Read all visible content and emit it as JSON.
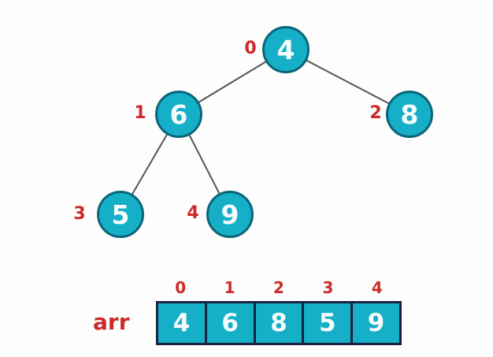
{
  "tree": {
    "nodes": [
      {
        "index": "0",
        "value": "4"
      },
      {
        "index": "1",
        "value": "6"
      },
      {
        "index": "2",
        "value": "8"
      },
      {
        "index": "3",
        "value": "5"
      },
      {
        "index": "4",
        "value": "9"
      }
    ],
    "edges": [
      {
        "from": "0",
        "to": "1"
      },
      {
        "from": "0",
        "to": "2"
      },
      {
        "from": "1",
        "to": "3"
      },
      {
        "from": "1",
        "to": "4"
      }
    ]
  },
  "array": {
    "label": "arr",
    "indices": [
      "0",
      "1",
      "2",
      "3",
      "4"
    ],
    "values": [
      "4",
      "6",
      "8",
      "5",
      "9"
    ]
  },
  "colors": {
    "node_fill": "#15b0c7",
    "node_border": "#0b6579",
    "edge_line": "#555555",
    "index_red": "#cd2a28",
    "value_white": "#f6fcfd",
    "array_border": "#1b2240"
  }
}
